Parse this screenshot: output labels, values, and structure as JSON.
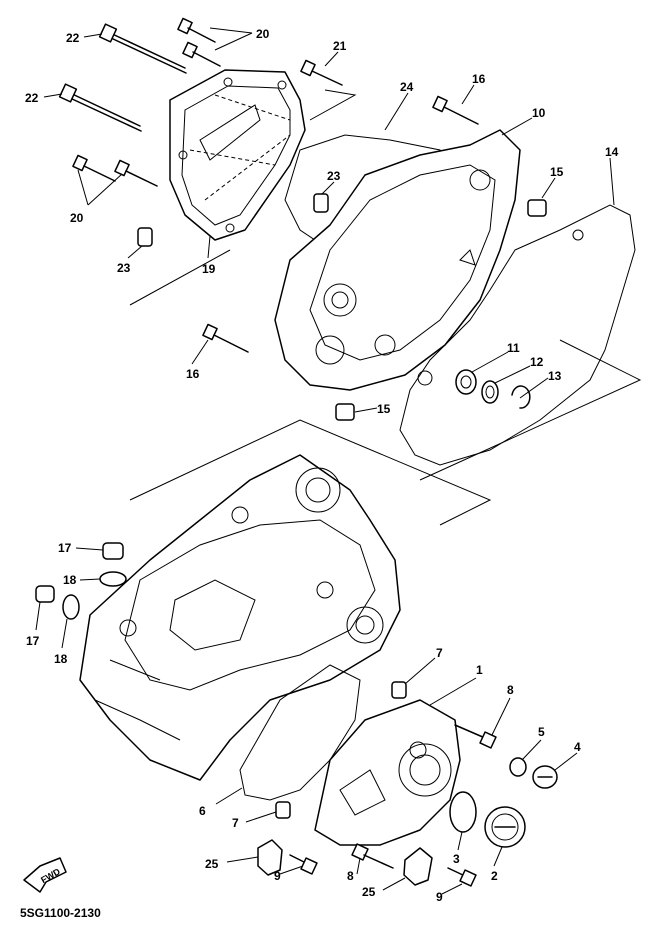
{
  "diagram": {
    "diagram_code": "5SG1100-2130",
    "fwd_label": "FWD",
    "callouts": [
      {
        "id": "c22a",
        "text": "22"
      },
      {
        "id": "c20a",
        "text": "20"
      },
      {
        "id": "c21",
        "text": "21"
      },
      {
        "id": "c24",
        "text": "24"
      },
      {
        "id": "c16a",
        "text": "16"
      },
      {
        "id": "c10",
        "text": "10"
      },
      {
        "id": "c14",
        "text": "14"
      },
      {
        "id": "c22b",
        "text": "22"
      },
      {
        "id": "c15a",
        "text": "15"
      },
      {
        "id": "c23a",
        "text": "23"
      },
      {
        "id": "c20b",
        "text": "20"
      },
      {
        "id": "c23b",
        "text": "23"
      },
      {
        "id": "c19",
        "text": "19"
      },
      {
        "id": "c16b",
        "text": "16"
      },
      {
        "id": "c11",
        "text": "11"
      },
      {
        "id": "c12",
        "text": "12"
      },
      {
        "id": "c13",
        "text": "13"
      },
      {
        "id": "c15b",
        "text": "15"
      },
      {
        "id": "c17a",
        "text": "17"
      },
      {
        "id": "c18a",
        "text": "18"
      },
      {
        "id": "c17b",
        "text": "17"
      },
      {
        "id": "c18b",
        "text": "18"
      },
      {
        "id": "c7a",
        "text": "7"
      },
      {
        "id": "c1",
        "text": "1"
      },
      {
        "id": "c8a",
        "text": "8"
      },
      {
        "id": "c5",
        "text": "5"
      },
      {
        "id": "c4",
        "text": "4"
      },
      {
        "id": "c6",
        "text": "6"
      },
      {
        "id": "c7b",
        "text": "7"
      },
      {
        "id": "c3",
        "text": "3"
      },
      {
        "id": "c2",
        "text": "2"
      },
      {
        "id": "c25a",
        "text": "25"
      },
      {
        "id": "c9a",
        "text": "9"
      },
      {
        "id": "c8b",
        "text": "8"
      },
      {
        "id": "c25b",
        "text": "25"
      },
      {
        "id": "c9b",
        "text": "9"
      }
    ]
  }
}
